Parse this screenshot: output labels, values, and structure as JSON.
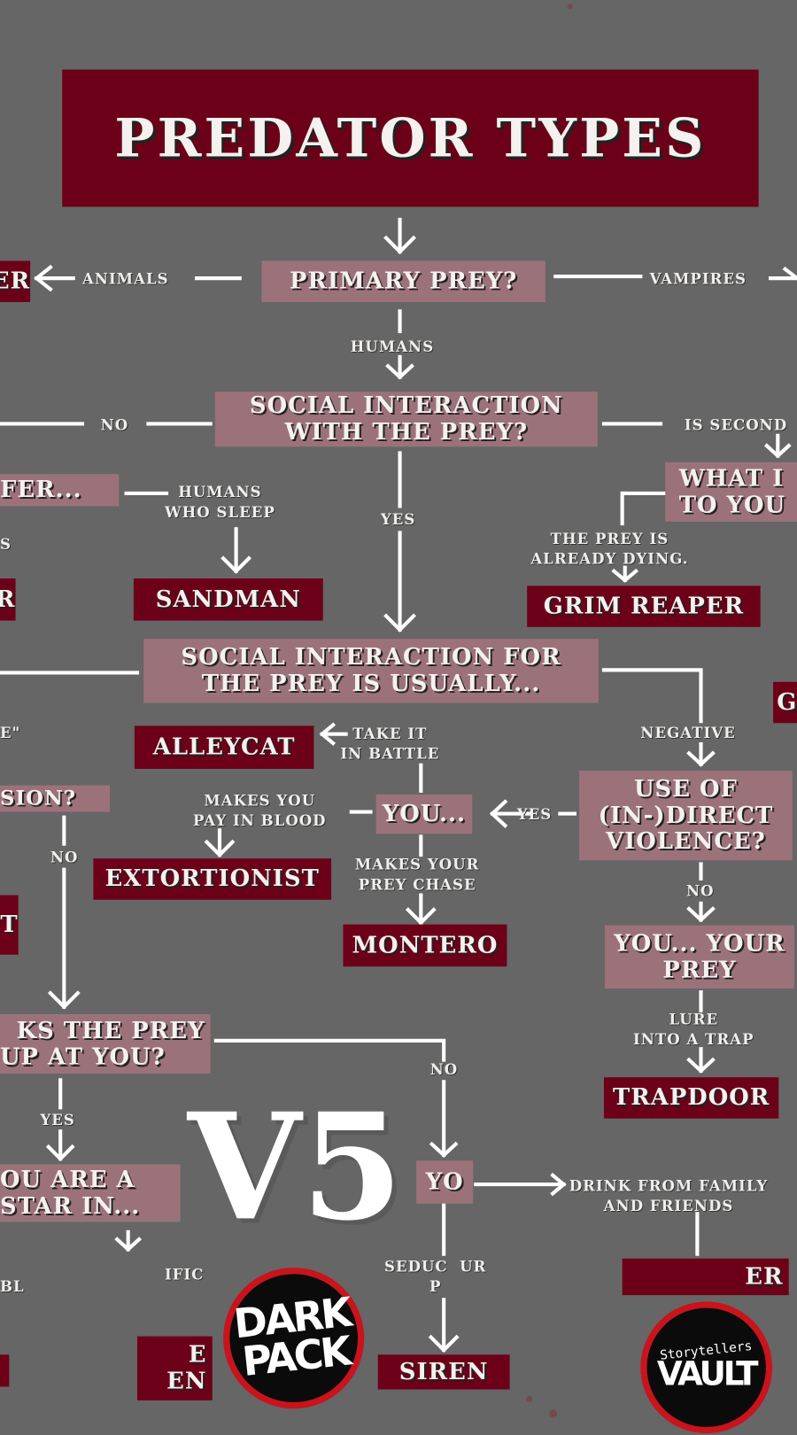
{
  "title": "PREDATOR TYPES",
  "questions": {
    "primary_prey": "PRIMARY PREY?",
    "social_with": [
      "SOCIAL INTERACTION",
      "WITH THE PREY?"
    ],
    "social_for": [
      "SOCIAL INTERACTION FOR",
      "THE PREY IS USUALLY..."
    ],
    "you_prefer_partial": "FER...",
    "what_partial": [
      "WHAT I",
      "TO YOU"
    ],
    "you_mid": "YOU...",
    "violence": [
      "USE OF",
      "(IN-)DIRECT",
      "VIOLENCE?"
    ],
    "you_your_prey": [
      "YOU... YOUR",
      "PREY"
    ],
    "session_partial": "SION?",
    "looks_partial": [
      "KS THE PREY",
      "UP AT YOU?"
    ],
    "star_partial": [
      "OU ARE A",
      "STAR IN..."
    ],
    "you_partial": "YO"
  },
  "results": {
    "left_partial_1": "ER",
    "sandman": "SANDMAN",
    "left_partial_2": "R",
    "grim_reaper": "GRIM REAPER",
    "right_partial_g": "G",
    "alleycat": "ALLEYCAT",
    "extortionist": "EXTORTIONIST",
    "left_partial_3": "T",
    "montero": "MONTERO",
    "trapdoor": "TRAPDOOR",
    "siren": "SIREN",
    "bottom_partial": [
      "E",
      "EN"
    ],
    "consensualist_partial": "ER"
  },
  "labels": {
    "animals": "ANIMALS",
    "vampires": "VAMPIRES",
    "humans": "HUMANS",
    "no1": "NO",
    "is_second": "IS SECOND",
    "humans_sleep": [
      "HUMANS",
      "WHO SLEEP"
    ],
    "s_partial": "S",
    "prey_dying": [
      "THE PREY IS",
      "ALREADY DYING."
    ],
    "yes1": "YES",
    "quote_partial": "E\"",
    "take_battle": [
      "TAKE IT",
      "IN BATTLE"
    ],
    "negative": "NEGATIVE",
    "pay_blood": [
      "MAKES YOU",
      "PAY IN BLOOD"
    ],
    "yes2": "YES",
    "chase": [
      "MAKES YOUR",
      "PREY CHASE"
    ],
    "no2": "NO",
    "no3": "NO",
    "lure": [
      "LURE",
      "INTO A TRAP"
    ],
    "no4": "NO",
    "yes3": "YES",
    "drink_family": [
      "DRINK FROM FAMILY",
      "AND FRIENDS"
    ],
    "seduce": [
      "SEDUC  UR",
      "P"
    ],
    "bl_partial": "BL",
    "ific_partial": "IFIC"
  },
  "logos": {
    "v5": "V5",
    "dark_pack": [
      "DARK",
      "PACK"
    ],
    "vault": [
      "Storytellers",
      "VAULT"
    ]
  },
  "colors": {
    "background": "#666666",
    "result": "#6c0018",
    "question": "#9c727a",
    "text": "#f4f1ee"
  }
}
